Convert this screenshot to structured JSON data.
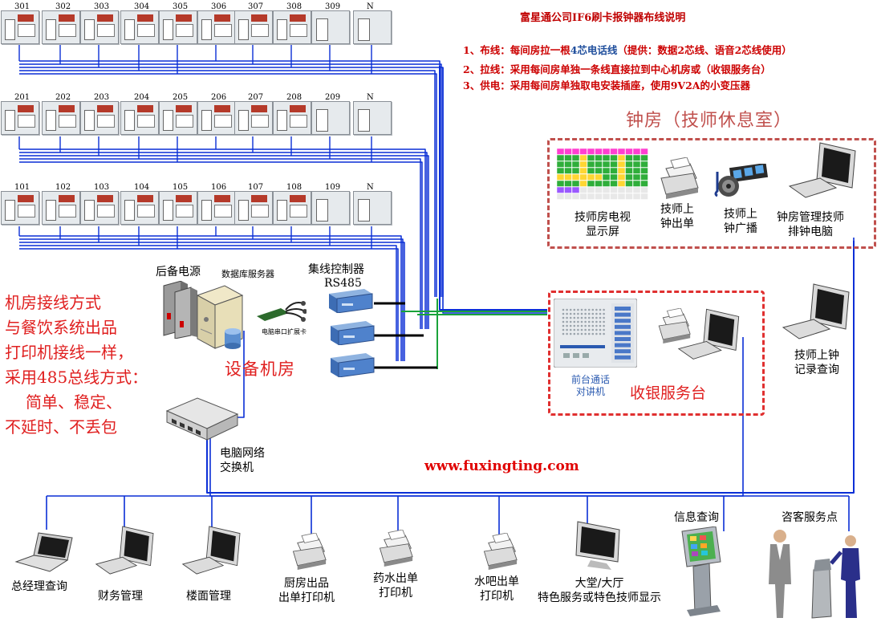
{
  "header": {
    "title": "富星通公司IF6刷卡报钟器布线说明",
    "notes": [
      {
        "prefix": "1、布线：每间房拉一根",
        "highlight": "4芯电话线",
        "suffix": "（提供：数据2芯线、语音2芯线使用）"
      },
      {
        "prefix": "2、拉线：采用每间房单独一条线直接拉到中心机房或（收银服务台）",
        "highlight": "",
        "suffix": ""
      },
      {
        "prefix": "3、供电：采用每间房单独取电安装插座，使用9V2A的小变压器",
        "highlight": "",
        "suffix": ""
      }
    ]
  },
  "rooms": {
    "floor3": [
      "301",
      "302",
      "303",
      "304",
      "305",
      "306",
      "307",
      "308",
      "309",
      "N"
    ],
    "floor2": [
      "201",
      "202",
      "203",
      "204",
      "205",
      "206",
      "207",
      "208",
      "209",
      "N"
    ],
    "floor1": [
      "101",
      "102",
      "103",
      "104",
      "105",
      "106",
      "107",
      "108",
      "109",
      "N"
    ]
  },
  "clock_room": {
    "title": "钟房（技师休息室）",
    "items": [
      {
        "label": "技师房电视\n显示屏",
        "icon": "tv-grid-icon"
      },
      {
        "label": "技师上\n钟出单",
        "icon": "printer-icon"
      },
      {
        "label": "技师上\n钟广播",
        "icon": "speaker-film-icon"
      },
      {
        "label": "钟房管理技师\n排钟电脑",
        "icon": "computer-icon"
      }
    ]
  },
  "equipment_room": {
    "title": "设备机房",
    "backup_power": "后备电源",
    "db_server": "数据库服务器",
    "serial_card": "电脑串口扩展卡",
    "hub": "集线控制器",
    "hub_protocol": "RS485"
  },
  "left_note": [
    "机房接线方式",
    "与餐饮系统出品",
    "打印机接线一样，",
    "采用485总线方式：",
    "简单、稳定、",
    "不延时、不丢包"
  ],
  "cashier": {
    "title": "收银服务台",
    "intercom": "前台通话\n对讲机"
  },
  "checkin_pc": "技师上钟\n记录查询",
  "switch_label": "电脑网络\n交换机",
  "url": "www.fuxingting.com",
  "bottom_terminals": [
    {
      "label": "总经理查询",
      "icon": "laptop-icon"
    },
    {
      "label": "财务管理",
      "icon": "computer-icon"
    },
    {
      "label": "楼面管理",
      "icon": "computer-icon"
    },
    {
      "label": "厨房出品\n出单打印机",
      "icon": "printer-icon"
    },
    {
      "label": "药水出单\n打印机",
      "icon": "printer-icon"
    },
    {
      "label": "水吧出单\n打印机",
      "icon": "printer-icon"
    },
    {
      "label": "大堂/大厅\n特色服务或特色技师显示",
      "icon": "monitor-icon"
    }
  ],
  "kiosk_label": "信息查询",
  "service_label": "咨客服务点",
  "colors": {
    "bus": "#0a2fd6",
    "green": "#1aa33a",
    "red_title": "#c0504d",
    "panel": "#e9eef2"
  }
}
